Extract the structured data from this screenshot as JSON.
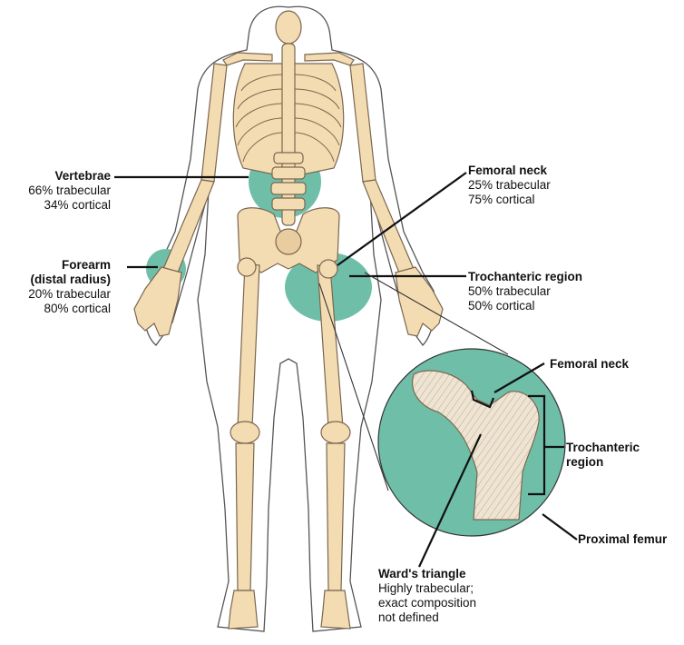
{
  "colors": {
    "bone": "#f4dcb2",
    "bone_outline": "#7a6650",
    "region_teal": "#6fbfa8",
    "silhouette": "#555555",
    "leader_line": "#111111"
  },
  "labels": {
    "vertebrae": {
      "title": "Vertebrae",
      "line1": "66% trabecular",
      "line2": "34% cortical"
    },
    "forearm": {
      "title1": "Forearm",
      "title2": "(distal radius)",
      "line1": "20% trabecular",
      "line2": "80% cortical"
    },
    "femoral_neck": {
      "title": "Femoral neck",
      "line1": "25% trabecular",
      "line2": "75% cortical"
    },
    "trochanteric": {
      "title": "Trochanteric region",
      "line1": "50% trabecular",
      "line2": "50% cortical"
    },
    "inset_femoral_neck": "Femoral neck",
    "inset_trochanteric": {
      "line1": "Trochanteric",
      "line2": "region"
    },
    "proximal_femur": "Proximal femur",
    "wards": {
      "title": "Ward's triangle",
      "line1": "Highly trabecular;",
      "line2": "exact composition",
      "line3": "not defined"
    }
  }
}
